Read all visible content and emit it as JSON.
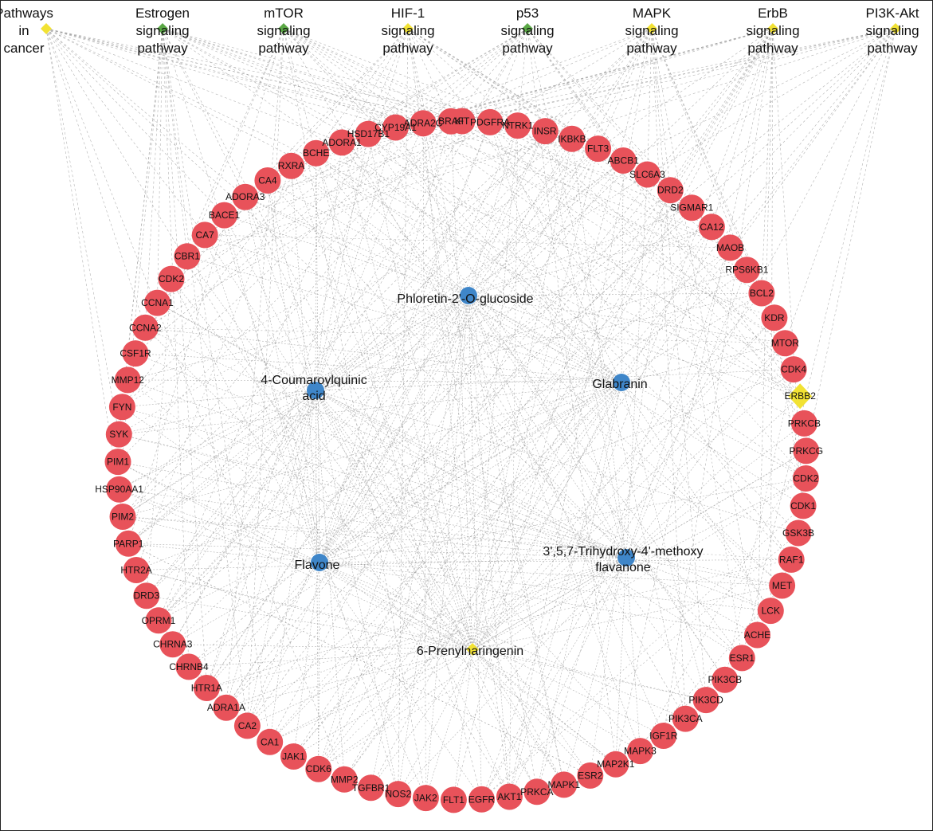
{
  "colors": {
    "target": "#e8525a",
    "compound": "#3f86c9",
    "pathway_yellow": "#f2e233",
    "pathway_green": "#5aa845",
    "edge": "#9a9a9a",
    "text": "#111111"
  },
  "pathways": [
    {
      "id": "p_cancer",
      "label": "Pathways in cancer",
      "lines": [
        "Pathways",
        "in",
        "cancer"
      ],
      "color": "yellow"
    },
    {
      "id": "p_estrogen",
      "label": "Estrogen signaling pathway",
      "lines": [
        "Estrogen",
        "signaling",
        "pathway"
      ],
      "color": "green"
    },
    {
      "id": "p_mtor",
      "label": "mTOR signaling pathway",
      "lines": [
        "mTOR",
        "signaling",
        "pathway"
      ],
      "color": "green"
    },
    {
      "id": "p_hif1",
      "label": "HIF-1 signaling pathway",
      "lines": [
        "HIF-1",
        "signaling",
        "pathway"
      ],
      "color": "yellow"
    },
    {
      "id": "p_p53",
      "label": "p53 signaling pathway",
      "lines": [
        "p53",
        "signaling",
        "pathway"
      ],
      "color": "green"
    },
    {
      "id": "p_mapk",
      "label": "MAPK signaling pathway",
      "lines": [
        "MAPK",
        "signaling",
        "pathway"
      ],
      "color": "yellow"
    },
    {
      "id": "p_erbb",
      "label": "ErbB signaling pathway",
      "lines": [
        "ErbB",
        "signaling",
        "pathway"
      ],
      "color": "yellow"
    },
    {
      "id": "p_pi3k",
      "label": "PI3K-Akt signaling pathway",
      "lines": [
        "PI3K-Akt",
        "signaling",
        "pathway"
      ],
      "color": "yellow"
    }
  ],
  "compounds": [
    {
      "id": "c_phloretin",
      "lines": [
        "Phloretin-2'-O-glucoside"
      ],
      "color": "blue"
    },
    {
      "id": "c_coumaroyl",
      "lines": [
        "4-Coumaroylquinic",
        "acid"
      ],
      "color": "blue"
    },
    {
      "id": "c_glabranin",
      "lines": [
        "Glabranin"
      ],
      "color": "blue"
    },
    {
      "id": "c_flavone",
      "lines": [
        "Flavone"
      ],
      "color": "blue"
    },
    {
      "id": "c_trihydroxy",
      "lines": [
        "3',5,7-Trihydroxy-4'-methoxy",
        "flavanone"
      ],
      "color": "blue"
    },
    {
      "id": "c_prenyl",
      "lines": [
        "6-Prenylnaringenin"
      ],
      "color": "yellow-diamond"
    }
  ],
  "targets": [
    "KIT",
    "PDGFRA",
    "NTRK1",
    "INSR",
    "IKBKB",
    "FLT3",
    "ABCB1",
    "SLC6A3",
    "DRD2",
    "SIGMAR1",
    "CA12",
    "MAOB",
    "RPS6KB1",
    "BCL2",
    "KDR",
    "MTOR",
    "CDK4",
    "ERBB2",
    "PRKCB",
    "PRKCG",
    "CDK2",
    "CDK1",
    "GSK3B",
    "RAF1",
    "MET",
    "LCK",
    "ACHE",
    "ESR1",
    "PIK3CB",
    "PIK3CD",
    "PIK3CA",
    "IGF1R",
    "MAPK3",
    "MAP2K1",
    "ESR2",
    "MAPK1",
    "PRKCA",
    "AKT1",
    "EGFR",
    "FLT1",
    "JAK2",
    "NOS2",
    "TGFBR1",
    "MMP2",
    "CDK6",
    "JAK1",
    "CA1",
    "CA2",
    "ADRA1A",
    "HTR1A",
    "CHRNB4",
    "CHRNA3",
    "OPRM1",
    "DRD3",
    "HTR2A",
    "PARP1",
    "PIM2",
    "HSP90AA1",
    "PIM1",
    "SYK",
    "FYN",
    "MMP12",
    "CSF1R",
    "CCNA2",
    "CCNA1",
    "CDK2",
    "CBR1",
    "CA7",
    "BACE1",
    "ADORA3",
    "CA4",
    "RXRA",
    "BCHE",
    "ADORA1",
    "HSD17B1",
    "CYP19A1",
    "ADRA2C",
    "BRAF"
  ]
}
